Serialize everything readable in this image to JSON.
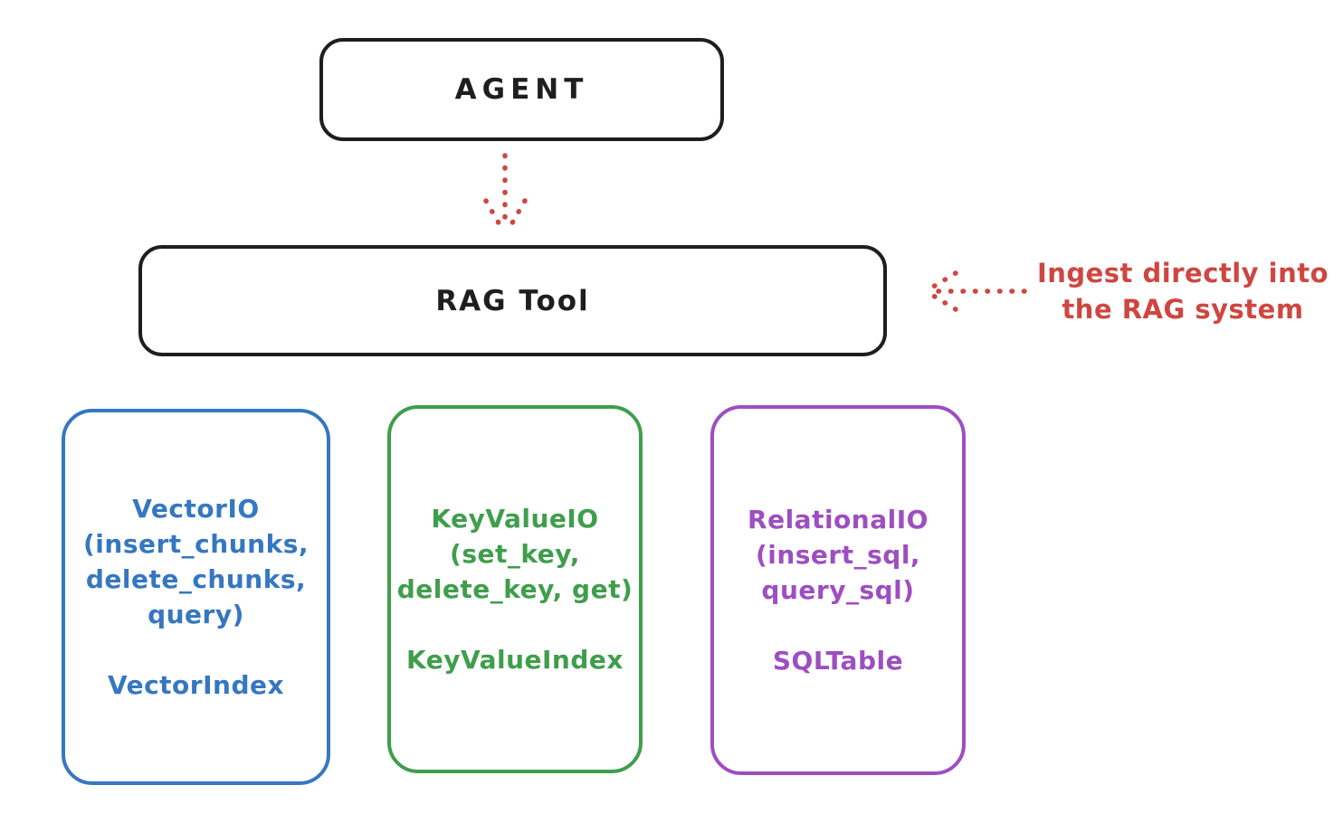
{
  "diagram": {
    "agent": {
      "label": "AGENT"
    },
    "rag_tool": {
      "label": "RAG Tool"
    },
    "annotation": {
      "line1": "Ingest directly into",
      "line2": "the RAG system"
    },
    "stores": [
      {
        "name": "vector-io",
        "lines": [
          "VectorIO",
          "(insert_chunks,",
          "delete_chunks,",
          "query)"
        ],
        "index_label": "VectorIndex",
        "color": "#3577c1"
      },
      {
        "name": "keyvalue-io",
        "lines": [
          "KeyValueIO",
          "(set_key,",
          "delete_key, get)"
        ],
        "index_label": "KeyValueIndex",
        "color": "#3f9e4c"
      },
      {
        "name": "relational-io",
        "lines": [
          "RelationalIO",
          "(insert_sql,",
          "query_sql)"
        ],
        "index_label": "SQLTable",
        "color": "#9d4ec1"
      }
    ],
    "colors": {
      "ink": "#1e1e1e",
      "red": "#cf4640"
    }
  }
}
